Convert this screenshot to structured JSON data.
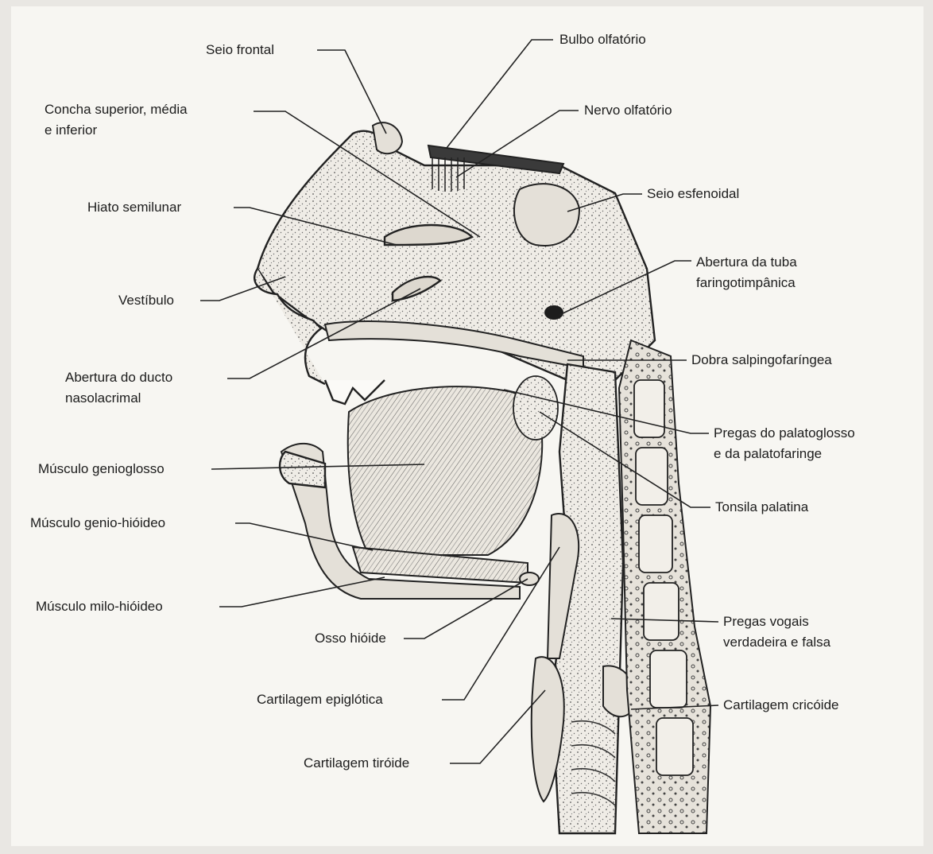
{
  "labels": {
    "seio_frontal": "Seio frontal",
    "concha_l1": "Concha superior, média",
    "concha_l2": "e inferior",
    "hiato": "Hiato semilunar",
    "vestibulo": "Vestíbulo",
    "ducto_l1": "Abertura do ducto",
    "ducto_l2": "nasolacrimal",
    "genioglosso": "Músculo genioglosso",
    "genio_hioideo": "Músculo genio-hióideo",
    "milo_hioideo": "Músculo milo-hióideo",
    "osso_hioide": "Osso hióide",
    "epiglotica": "Cartilagem epiglótica",
    "tiroide": "Cartilagem tiróide",
    "bulbo": "Bulbo olfatório",
    "nervo": "Nervo olfatório",
    "esfenoidal": "Seio esfenoidal",
    "tuba_l1": "Abertura da tuba",
    "tuba_l2": "faringotimpânica",
    "salpingo": "Dobra salpingofaríngea",
    "pregas_pal_l1": "Pregas do palatoglosso",
    "pregas_pal_l2": "e da palatofaringe",
    "tonsila": "Tonsila palatina",
    "vogais_l1": "Pregas vogais",
    "vogais_l2": "verdadeira e falsa",
    "cricoide": "Cartilagem cricóide"
  }
}
